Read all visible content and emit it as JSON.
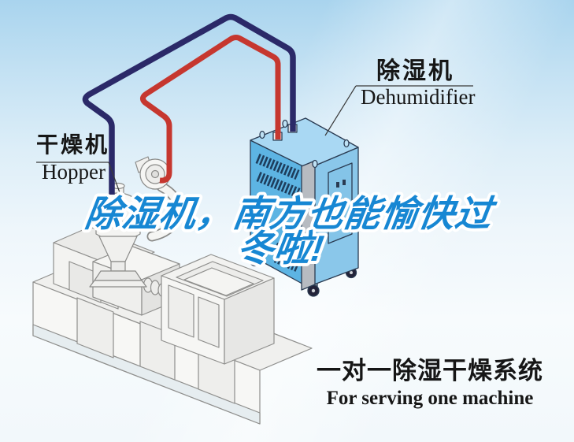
{
  "callouts": {
    "hopper": {
      "zh": "干燥机",
      "en": "Hopper"
    },
    "dehumidifier": {
      "zh": "除湿机",
      "en": "Dehumidifier"
    }
  },
  "headline": {
    "line1": "除湿机，南方也能愉快过",
    "line2": "冬啦!",
    "fill": "#1787d3",
    "outline": "#ffffff"
  },
  "caption": {
    "zh": "一对一除湿干燥系统",
    "en": "For serving one machine"
  },
  "colors": {
    "red_pipe": "#c6372f",
    "navy_pipe": "#2b2968",
    "dehumidifier_left_face": "#5db4e3",
    "dehumidifier_right_face": "#8ac7ea",
    "dehumidifier_top_face": "#a9d8f3",
    "dehumidifier_vent": "#1e3d5c",
    "dehumidifier_trim": "#b7bbc1",
    "machine_line": "#8f8f8d",
    "machine_fill": "#f6f6f4",
    "sky_top": "#a9d4ee",
    "sky_bottom": "#f7fbfd"
  }
}
